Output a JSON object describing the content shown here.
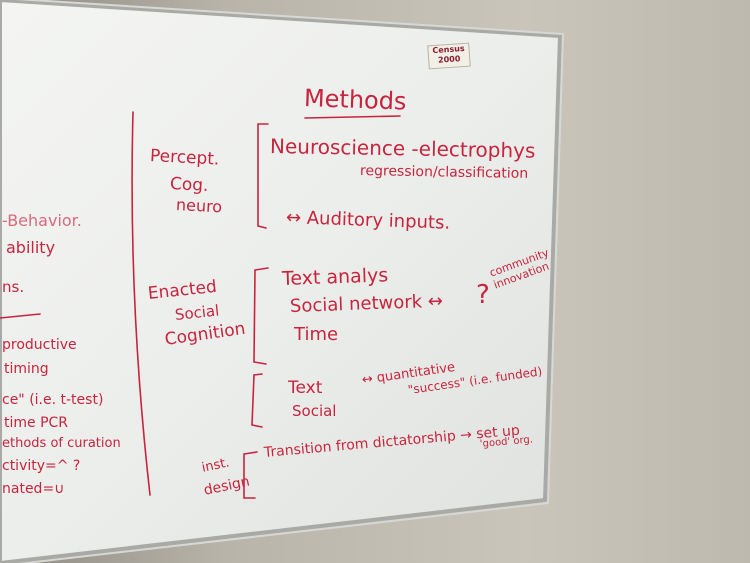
{
  "sticker": "Census 2000",
  "title": "Methods",
  "sections": [
    {
      "label_lines": [
        "Percept.",
        "Cog.",
        "neuro"
      ],
      "items": [
        "Neuroscience -electrophys",
        "regression/classification",
        "↔ Auditory inputs."
      ]
    },
    {
      "label_lines": [
        "Enacted",
        "Social",
        "Cognition"
      ],
      "items": [
        "Text analys",
        "Social network ↔",
        "?",
        "Time"
      ],
      "note_lines": [
        "community",
        "innovation"
      ]
    },
    {
      "items": [
        "Text",
        "Social",
        "↔ quantitative",
        "\"success\" (i.e. funded)"
      ]
    },
    {
      "label_lines": [
        "inst.",
        "design"
      ],
      "items": [
        "Transition from dictatorship → set up",
        "'good' org."
      ]
    }
  ],
  "left_fragments": [
    "-Behavior.",
    "ability",
    "ns.",
    "productive",
    "timing",
    "ce\" (i.e. t-test)",
    "time PCR",
    "ethods of curation",
    "ctivity=^ ?",
    "nated=∪"
  ]
}
